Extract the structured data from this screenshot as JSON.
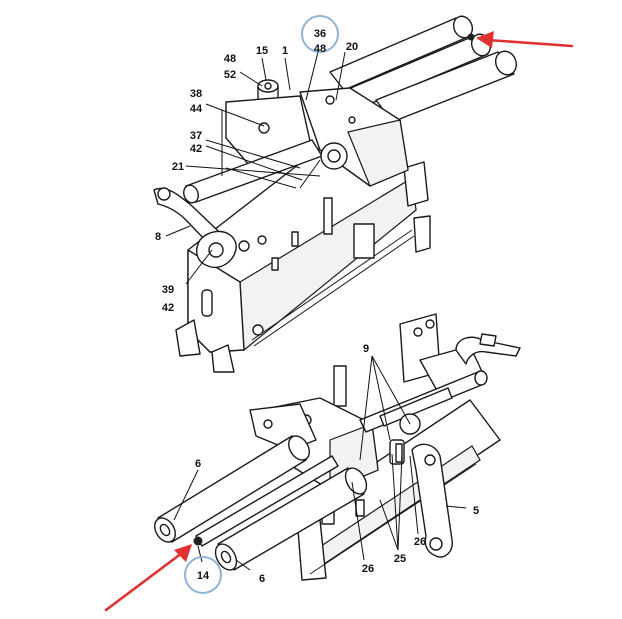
{
  "labels": {
    "l36": "36",
    "l48a": "48",
    "l52": "52",
    "l15": "15",
    "l1": "1",
    "l48b": "48",
    "l20": "20",
    "l38": "38",
    "l44": "44",
    "l37": "37",
    "l42a": "42",
    "l21": "21",
    "l8": "8",
    "l39": "39",
    "l42b": "42",
    "l9": "9",
    "l6a": "6",
    "l5": "5",
    "l26a": "26",
    "l25": "25",
    "l26b": "26",
    "l14": "14",
    "l6b": "6"
  },
  "colors": {
    "callout_circle": "#8fb3d9",
    "arrow": "#e03030",
    "line": "#1a1a1a"
  }
}
